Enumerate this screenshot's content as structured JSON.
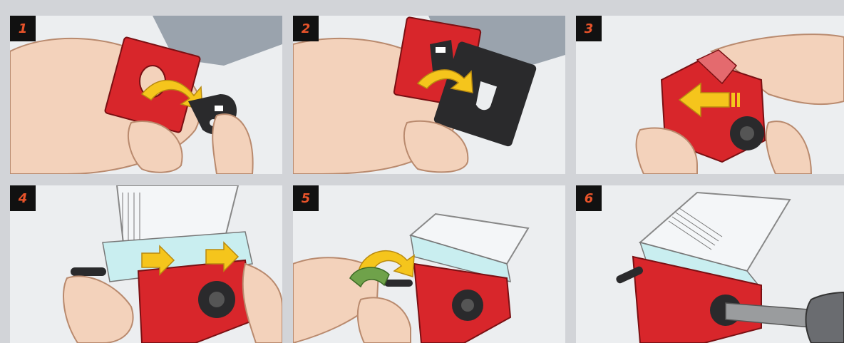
{
  "steps": [
    {
      "number": "1"
    },
    {
      "number": "2"
    },
    {
      "number": "3"
    },
    {
      "number": "4"
    },
    {
      "number": "5"
    },
    {
      "number": "6"
    }
  ],
  "colors": {
    "background": "#d2d4d8",
    "panel": "#eceef0",
    "device_red": "#d8262b",
    "arrow_yellow": "#f5c51c",
    "skin": "#f3d2bb",
    "dark": "#2a2a2c",
    "badge_text": "#e8532a"
  },
  "icons": [
    "hand",
    "red-holder",
    "yellow-arrow",
    "black-key",
    "black-plate",
    "clear-container",
    "drill"
  ]
}
